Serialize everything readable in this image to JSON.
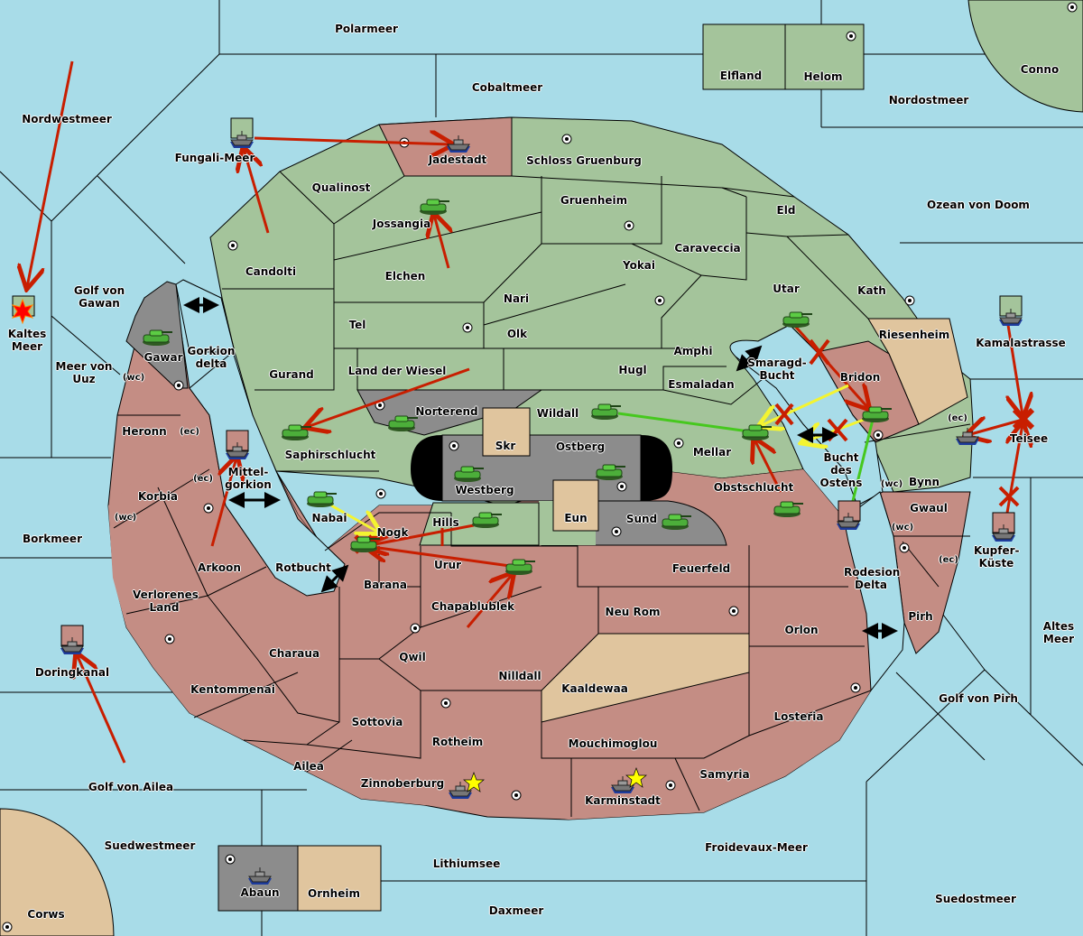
{
  "title": "Diplomacy-style map",
  "colors": {
    "sea": "#a8dce8",
    "neutral_green": "#a4c49b",
    "red_power": "#c48d84",
    "grey_power": "#8c8c8c",
    "tan_power": "#e0c59e",
    "order_move": "#c81e00",
    "order_support_yellow": "#f4f430",
    "order_support_green": "#46c81e"
  },
  "provinces": [
    {
      "name": "Polarmeer",
      "type": "sea"
    },
    {
      "name": "Cobaltmeer",
      "type": "sea"
    },
    {
      "name": "Nordwestmeer",
      "type": "sea"
    },
    {
      "name": "Nordostmeer",
      "type": "sea"
    },
    {
      "name": "Elfland",
      "type": "land"
    },
    {
      "name": "Helom",
      "type": "land"
    },
    {
      "name": "Conno",
      "type": "land"
    },
    {
      "name": "Fungali-Meer",
      "type": "sea"
    },
    {
      "name": "Jadestadt",
      "type": "land"
    },
    {
      "name": "Schloss Gruenburg",
      "type": "land"
    },
    {
      "name": "Qualinost",
      "type": "land"
    },
    {
      "name": "Gruenheim",
      "type": "land"
    },
    {
      "name": "Eld",
      "type": "land"
    },
    {
      "name": "Ozean von Doom",
      "type": "sea"
    },
    {
      "name": "Jossangia",
      "type": "land"
    },
    {
      "name": "Caraveccia",
      "type": "land"
    },
    {
      "name": "Candolti",
      "type": "land"
    },
    {
      "name": "Elchen",
      "type": "land"
    },
    {
      "name": "Yokai",
      "type": "land"
    },
    {
      "name": "Golf von Gawan",
      "type": "sea"
    },
    {
      "name": "Utar",
      "type": "land"
    },
    {
      "name": "Kath",
      "type": "land"
    },
    {
      "name": "Nari",
      "type": "land"
    },
    {
      "name": "Kaltes Meer",
      "type": "sea"
    },
    {
      "name": "Tel",
      "type": "land"
    },
    {
      "name": "Olk",
      "type": "land"
    },
    {
      "name": "Riesenheim",
      "type": "land"
    },
    {
      "name": "Kamalastrasse",
      "type": "sea"
    },
    {
      "name": "Gawar",
      "type": "land"
    },
    {
      "name": "Gorkion delta",
      "type": "sea"
    },
    {
      "name": "Amphi",
      "type": "land"
    },
    {
      "name": "Meer von Uuz",
      "type": "sea"
    },
    {
      "name": "Smaragd-Bucht",
      "type": "sea"
    },
    {
      "name": "Gurand",
      "type": "land"
    },
    {
      "name": "Land der Wiesel",
      "type": "land"
    },
    {
      "name": "Hugl",
      "type": "land"
    },
    {
      "name": "Bridon",
      "type": "land"
    },
    {
      "name": "Esmaladan",
      "type": "land"
    },
    {
      "name": "Norterend",
      "type": "land"
    },
    {
      "name": "Wildall",
      "type": "land"
    },
    {
      "name": "Heronn",
      "type": "land"
    },
    {
      "name": "Teisee",
      "type": "sea"
    },
    {
      "name": "Skr",
      "type": "land"
    },
    {
      "name": "Ostberg",
      "type": "land"
    },
    {
      "name": "Saphirschlucht",
      "type": "land"
    },
    {
      "name": "Mellar",
      "type": "land"
    },
    {
      "name": "Bucht des Ostens",
      "type": "sea"
    },
    {
      "name": "Mittel-gorkion",
      "type": "sea"
    },
    {
      "name": "Westberg",
      "type": "land"
    },
    {
      "name": "Bynn",
      "type": "land"
    },
    {
      "name": "Obstschlucht",
      "type": "land"
    },
    {
      "name": "Korbia",
      "type": "land"
    },
    {
      "name": "Nabai",
      "type": "land"
    },
    {
      "name": "Eun",
      "type": "land"
    },
    {
      "name": "Gwaul",
      "type": "land"
    },
    {
      "name": "Hills",
      "type": "land"
    },
    {
      "name": "Sund",
      "type": "land"
    },
    {
      "name": "Nogk",
      "type": "land"
    },
    {
      "name": "Borkmeer",
      "type": "sea"
    },
    {
      "name": "Kupfer-Küste",
      "type": "sea"
    },
    {
      "name": "Urur",
      "type": "land"
    },
    {
      "name": "Arkoon",
      "type": "land"
    },
    {
      "name": "Rotbucht",
      "type": "sea"
    },
    {
      "name": "Feuerfeld",
      "type": "land"
    },
    {
      "name": "Rodesion Delta",
      "type": "sea"
    },
    {
      "name": "Barana",
      "type": "land"
    },
    {
      "name": "Verlorenes Land",
      "type": "land"
    },
    {
      "name": "Chapablublek",
      "type": "land"
    },
    {
      "name": "Neu Rom",
      "type": "land"
    },
    {
      "name": "Pirh",
      "type": "land"
    },
    {
      "name": "Orlon",
      "type": "land"
    },
    {
      "name": "Altes Meer",
      "type": "sea"
    },
    {
      "name": "Qwil",
      "type": "land"
    },
    {
      "name": "Charaua",
      "type": "land"
    },
    {
      "name": "Doringkanal",
      "type": "sea"
    },
    {
      "name": "Nilldall",
      "type": "land"
    },
    {
      "name": "Kentommenai",
      "type": "land"
    },
    {
      "name": "Kaaldewaa",
      "type": "land"
    },
    {
      "name": "Golf von Pirh",
      "type": "sea"
    },
    {
      "name": "Losteria",
      "type": "land"
    },
    {
      "name": "Sottovia",
      "type": "land"
    },
    {
      "name": "Rotheim",
      "type": "land"
    },
    {
      "name": "Mouchimoglou",
      "type": "land"
    },
    {
      "name": "Ailea",
      "type": "land"
    },
    {
      "name": "Samyria",
      "type": "land"
    },
    {
      "name": "Golf von Ailea",
      "type": "sea"
    },
    {
      "name": "Zinnoberburg",
      "type": "land"
    },
    {
      "name": "Karminstadt",
      "type": "land"
    },
    {
      "name": "Suedwestmeer",
      "type": "sea"
    },
    {
      "name": "Froidevaux-Meer",
      "type": "sea"
    },
    {
      "name": "Lithiumsee",
      "type": "sea"
    },
    {
      "name": "Abaun",
      "type": "land"
    },
    {
      "name": "Ornheim",
      "type": "land"
    },
    {
      "name": "Suedostmeer",
      "type": "sea"
    },
    {
      "name": "Daxmeer",
      "type": "sea"
    },
    {
      "name": "Corws",
      "type": "land"
    }
  ],
  "coast_labels": [
    "(wc)",
    "(ec)",
    "(ec)",
    "(wc)",
    "(ec)",
    "(wc)",
    "(wc)",
    "(ec)"
  ],
  "units": [
    {
      "kind": "fleet",
      "location": "Fungali-Meer",
      "owner": "green"
    },
    {
      "kind": "fleet",
      "location": "Jadestadt",
      "owner": "red"
    },
    {
      "kind": "army",
      "location": "Jossangia",
      "owner": "green"
    },
    {
      "kind": "fleet",
      "location": "Kaltes Meer",
      "owner": "green",
      "status": "dislodged"
    },
    {
      "kind": "army",
      "location": "Gawar",
      "owner": "grey"
    },
    {
      "kind": "fleet",
      "location": "Mittel-gorkion",
      "owner": "red"
    },
    {
      "kind": "army",
      "location": "Saphirschlucht",
      "owner": "green"
    },
    {
      "kind": "army",
      "location": "Norterend",
      "owner": "grey"
    },
    {
      "kind": "army",
      "location": "Wildall",
      "owner": "green"
    },
    {
      "kind": "army",
      "location": "Westberg",
      "owner": "grey"
    },
    {
      "kind": "army",
      "location": "Ostberg",
      "owner": "grey"
    },
    {
      "kind": "army",
      "location": "Nabai",
      "owner": "red"
    },
    {
      "kind": "army",
      "location": "Nogk",
      "owner": "red",
      "status": "destroyed"
    },
    {
      "kind": "army",
      "location": "Hills",
      "owner": "green"
    },
    {
      "kind": "army",
      "location": "Sund",
      "owner": "grey"
    },
    {
      "kind": "army",
      "location": "Urur",
      "owner": "red"
    },
    {
      "kind": "army",
      "location": "Utar",
      "owner": "green"
    },
    {
      "kind": "army",
      "location": "Mellar",
      "owner": "green"
    },
    {
      "kind": "army",
      "location": "Bridon",
      "owner": "red"
    },
    {
      "kind": "army",
      "location": "Obstschlucht",
      "owner": "red"
    },
    {
      "kind": "fleet",
      "location": "Bucht des Ostens",
      "owner": "red"
    },
    {
      "kind": "fleet",
      "location": "Kamalastrasse",
      "owner": "green"
    },
    {
      "kind": "fleet",
      "location": "Bynn",
      "owner": "green"
    },
    {
      "kind": "fleet",
      "location": "Kupfer-Küste",
      "owner": "red"
    },
    {
      "kind": "fleet",
      "location": "Doringkanal",
      "owner": "red"
    },
    {
      "kind": "fleet",
      "location": "Zinnoberburg",
      "owner": "red",
      "status": "built"
    },
    {
      "kind": "fleet",
      "location": "Karminstadt",
      "owner": "red",
      "status": "built"
    },
    {
      "kind": "fleet",
      "location": "Abaun",
      "owner": "grey"
    }
  ]
}
